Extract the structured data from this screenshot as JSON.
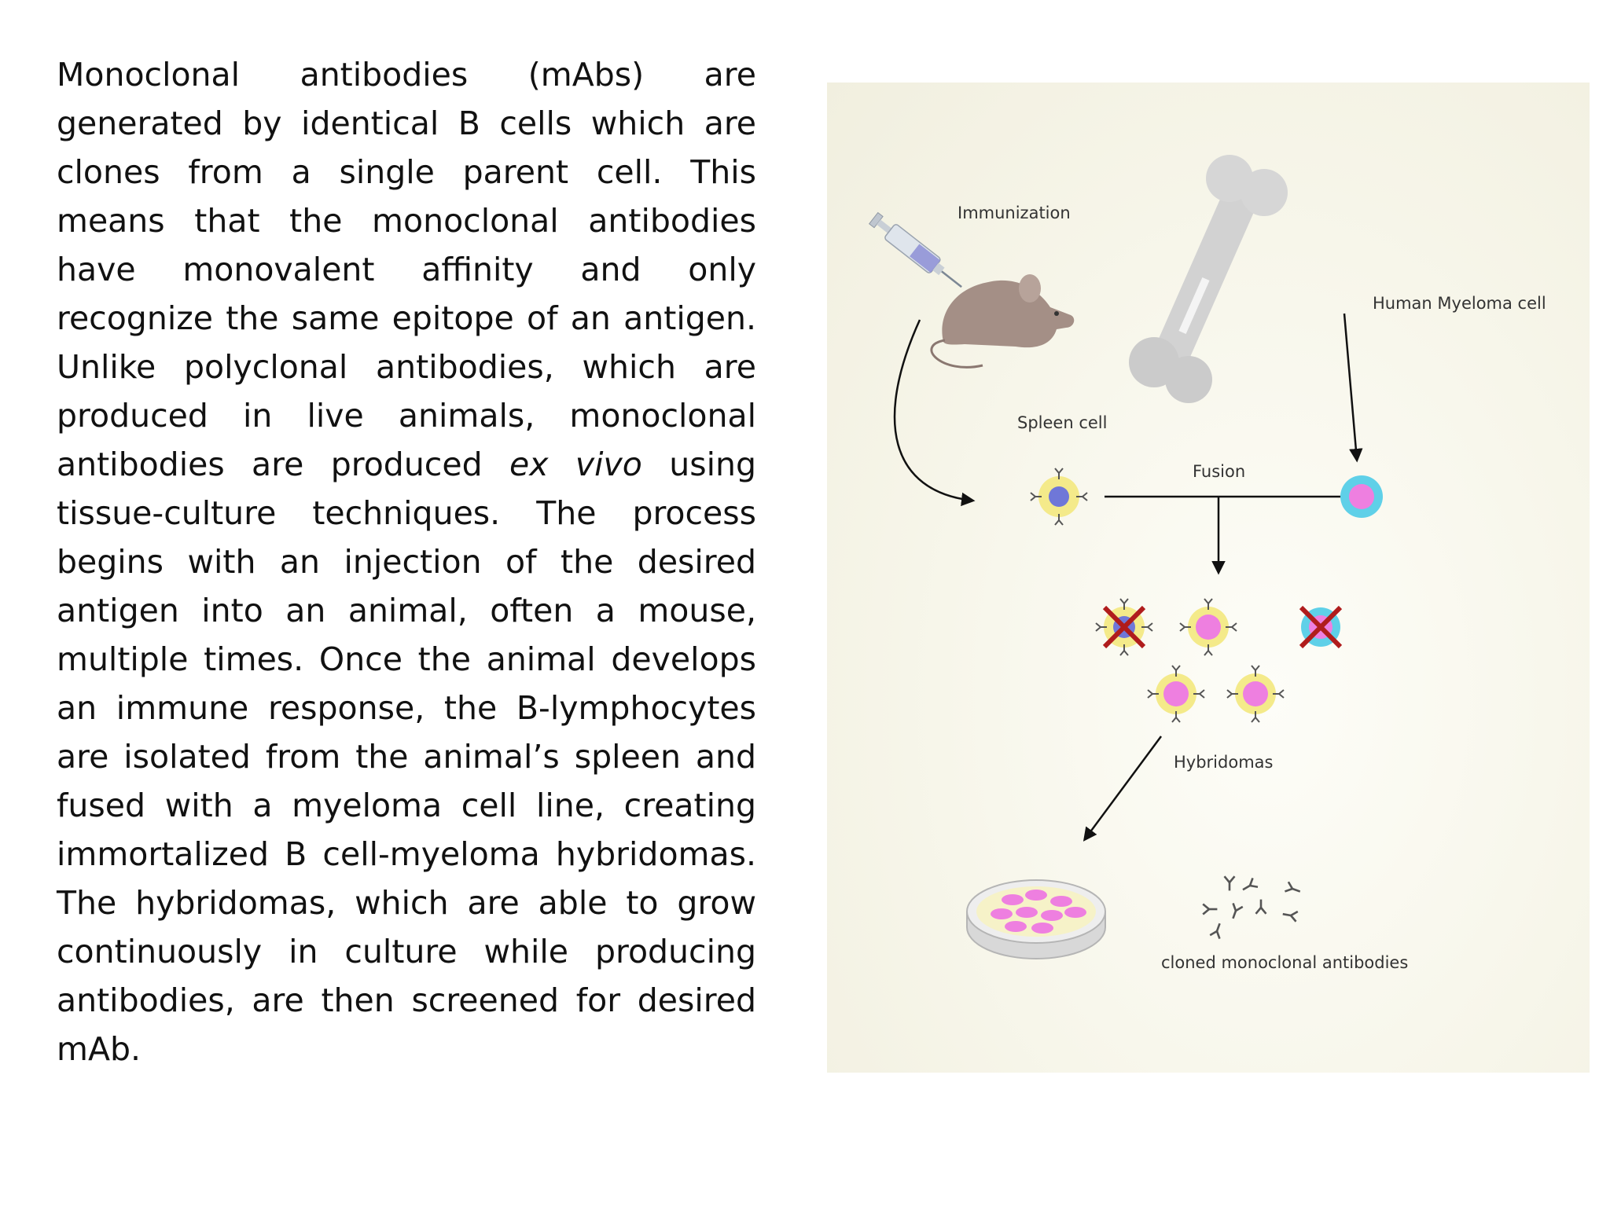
{
  "paragraph": {
    "part1": "Monoclonal antibodies (mAbs) are generated by identical B cells which are clones from a single parent cell. This means that the monoclonal antibodies have monovalent affinity and only recognize the same epitope of an antigen. Unlike polyclonal antibodies, which are produced in live animals, monoclonal antibodies are produced",
    "italic": "ex vivo",
    "part2": "using tissue-culture techniques. The process begins with an injection of the desired antigen into an animal, often a mouse, multiple times. Once the animal develops an immune response, the B-lymphocytes are isolated from the animal’s spleen and fused with a myeloma cell line, creating immortalized B cell-myeloma hybridomas. The hybridomas, which are able to grow continuously in culture while producing antibodies, are then screened for desired mAb."
  },
  "diagram": {
    "labels": {
      "immunization": "Immunization",
      "human_myeloma_cell": "Human Myeloma cell",
      "spleen_cell": "Spleen cell",
      "fusion": "Fusion",
      "hybridomas": "Hybridomas",
      "cloned_antibodies": "cloned monoclonal antibodies"
    },
    "colors": {
      "cell_membrane_yellow": "#f4ea8a",
      "spleen_nucleus_blue": "#6f77d8",
      "myeloma_ring_cyan": "#5fd0e8",
      "hybridoma_nucleus_pink": "#ee7fe0",
      "reject_x_red": "#b01c1c",
      "mouse_brown": "#a48f86",
      "bone_grey": "#d2d2d2"
    }
  }
}
